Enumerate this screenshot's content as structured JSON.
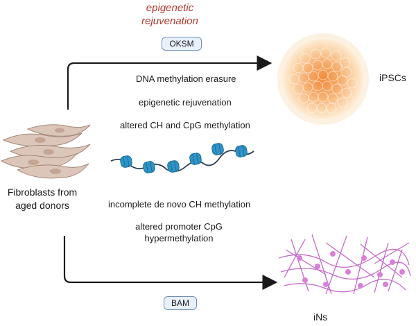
{
  "diagram": {
    "top_label": "epigenetic rejuvenation",
    "oksm_label": "OKSM",
    "bam_label": "BAM",
    "upper_path_texts": [
      "DNA methylation erasure",
      "epigenetic rejuvenation",
      "altered CH and CpG methylation"
    ],
    "lower_path_texts": [
      "incomplete de novo CH methylation",
      "altered promoter CpG hypermethylation"
    ],
    "source_label": "Fibroblasts from aged donors",
    "ipsc_label": "iPSCs",
    "ins_label": "iNs"
  },
  "colors": {
    "top_label": "#b03a2e",
    "pill_fill": "#e8f1fb",
    "pill_border": "#6f8fb3",
    "fibroblast": "#d8c0b4",
    "nucleosome": "#3aa0d0",
    "ipsc_core": "#f29a4a",
    "ipsc_outer": "#fbe3c4",
    "neuron": "#c46ac8"
  },
  "icons": [
    "fibroblast-cells-icon",
    "nucleosome-chain-icon",
    "ipsc-colony-icon",
    "neuron-network-icon"
  ]
}
